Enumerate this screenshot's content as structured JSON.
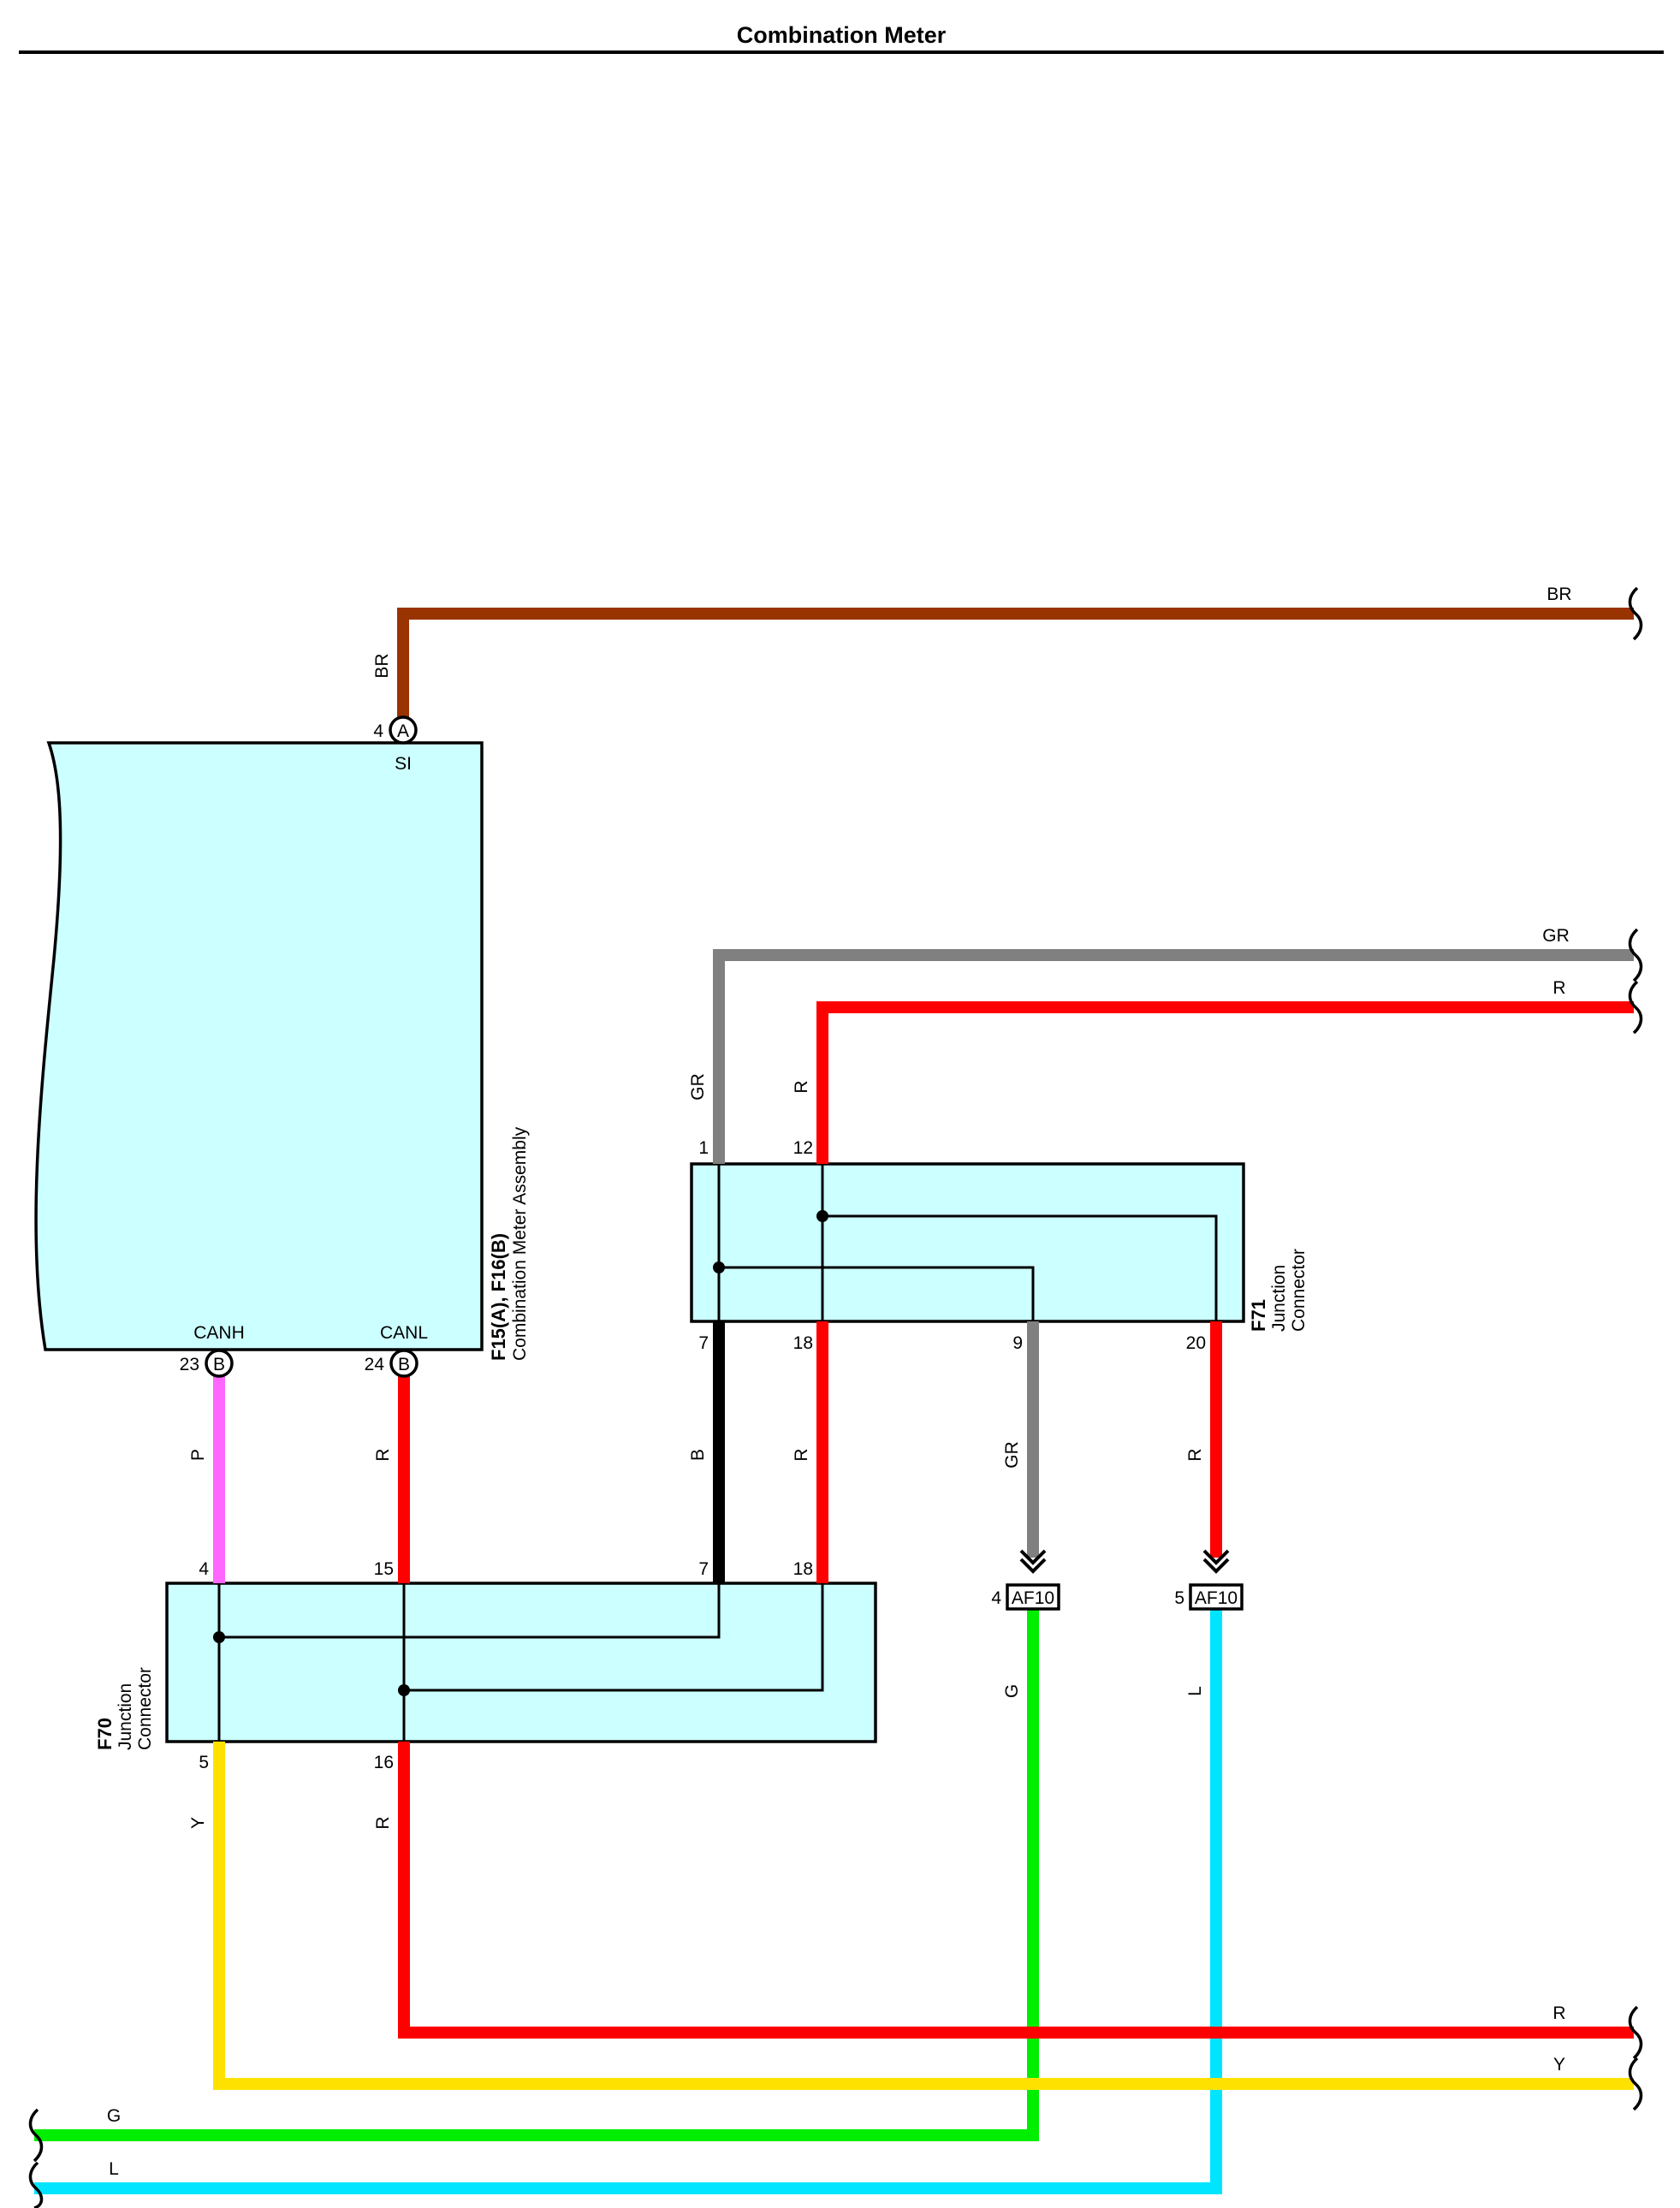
{
  "header": {
    "title": "Combination Meter"
  },
  "colors": {
    "BR": "#993300",
    "GR": "#808080",
    "R": "#ff0000",
    "B": "#000000",
    "P": "#ff66ff",
    "Y": "#ffe100",
    "G": "#00ee00",
    "L": "#00e5ff",
    "component_fill": "#ccffff",
    "outline": "#000000"
  },
  "meter": {
    "code": "F15(A), F16(B)",
    "name": "Combination Meter Assembly",
    "pins": {
      "si": {
        "num": "4",
        "conn": "A",
        "label": "SI"
      },
      "canh": {
        "num": "23",
        "conn": "B",
        "label": "CANH"
      },
      "canl": {
        "num": "24",
        "conn": "B",
        "label": "CANL"
      }
    }
  },
  "f71": {
    "code": "F71",
    "name_line1": "Junction",
    "name_line2": "Connector",
    "pins": {
      "p1": "1",
      "p12": "12",
      "p7": "7",
      "p18": "18",
      "p9": "9",
      "p20": "20"
    }
  },
  "f70": {
    "code": "F70",
    "name_line1": "Junction",
    "name_line2": "Connector",
    "pins": {
      "p4": "4",
      "p15": "15",
      "p7": "7",
      "p18": "18",
      "p5": "5",
      "p16": "16"
    }
  },
  "af10": {
    "code": "AF10",
    "pin_g": "4",
    "pin_l": "5"
  },
  "wires": {
    "br_top": "BR",
    "br_vert": "BR",
    "gr_top": "GR",
    "gr_vert": "GR",
    "r_top": "R",
    "r_vert_top": "R",
    "p_canh": "P",
    "r_canl": "R",
    "b_f71_7": "B",
    "r_f71_18": "R",
    "gr_f71_9": "GR",
    "r_f71_20": "R",
    "g_af10": "G",
    "l_af10": "L",
    "y_f70_5": "Y",
    "r_f70_16": "R",
    "r_bottom": "R",
    "y_bottom": "Y",
    "g_left": "G",
    "l_left": "L"
  }
}
